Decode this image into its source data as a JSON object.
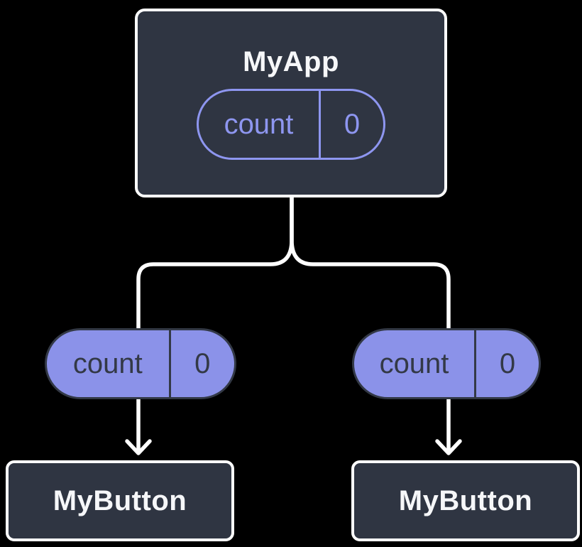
{
  "diagram": {
    "description": "Component tree showing state lifted to parent and passed down as props",
    "colors": {
      "background": "#000000",
      "node_fill": "#2f3542",
      "node_border": "#ffffff",
      "node_text": "#f6f7f9",
      "state_pill_outline": "#8e96f0",
      "prop_pill_fill": "#8b92e9",
      "prop_pill_text": "#333946",
      "connector": "#ffffff"
    },
    "root": {
      "title": "MyApp",
      "state": {
        "label": "count",
        "value": "0"
      }
    },
    "props": [
      {
        "label": "count",
        "value": "0"
      },
      {
        "label": "count",
        "value": "0"
      }
    ],
    "children": [
      {
        "title": "MyButton"
      },
      {
        "title": "MyButton"
      }
    ]
  }
}
